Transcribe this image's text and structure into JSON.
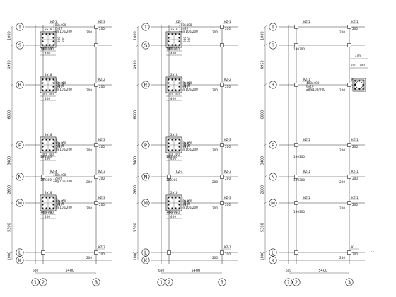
{
  "panels": [
    {
      "id": "left",
      "axis_rows": [
        "T",
        "S",
        "R",
        "P",
        "N",
        "M",
        "L",
        "K"
      ],
      "axis_cols": [
        "1",
        "2",
        "3"
      ],
      "row_dims": [
        "1000",
        "4950",
        "6000",
        "3400",
        "2600",
        "5300",
        "1000"
      ],
      "col_dims": [
        "600",
        "5400"
      ],
      "column_tags": [
        {
          "label": "KZ-1",
          "sub": [
            "400x400",
            "12⌀16",
            "⌀8@100/200"
          ]
        },
        {
          "label": "KZ-3",
          "sub": []
        },
        {
          "label": "KZ-2",
          "sub": [
            "400x400",
            "12⌀16",
            "⌀8@100/200"
          ]
        },
        {
          "label": "KZ-2",
          "sub": []
        },
        {
          "label": "KZ-3",
          "sub": [
            "400x400",
            "12⌀16",
            "⌀8@100/200"
          ]
        },
        {
          "label": "KZ-3",
          "sub": []
        },
        {
          "label": "KZ-4",
          "sub": [
            "400x400",
            "12⌀16",
            "⌀8@100/200"
          ]
        },
        {
          "label": "KZ-3",
          "sub": []
        },
        {
          "label": "KZ-5",
          "sub": [
            "400x400",
            "12⌀16",
            "⌀8@100/200"
          ]
        },
        {
          "label": "KZ-3",
          "sub": []
        },
        {
          "label": "KZ-3",
          "sub": []
        }
      ],
      "detail_dims": [
        "100",
        "300",
        "400",
        "200",
        "200"
      ]
    },
    {
      "id": "middle",
      "axis_rows": [
        "T",
        "S",
        "R",
        "P",
        "N",
        "M",
        "L",
        "K"
      ],
      "axis_cols": [
        "1",
        "2",
        "3"
      ],
      "row_dims": [
        "1000",
        "4950",
        "6000",
        "3400",
        "2600",
        "5300",
        "1000"
      ],
      "col_dims": [
        "600",
        "5400"
      ],
      "column_tags": [
        {
          "label": "KZ-1",
          "sub": [
            "400x400",
            "12⌀16",
            "⌀8@100/200"
          ]
        },
        {
          "label": "KZ-1",
          "sub": []
        },
        {
          "label": "KZ-2",
          "sub": [
            "400x400",
            "12⌀16",
            "⌀8@100/200"
          ]
        },
        {
          "label": "KZ-2",
          "sub": []
        },
        {
          "label": "KZ-3",
          "sub": [
            "400x400",
            "12⌀16",
            "⌀8@100/200"
          ]
        },
        {
          "label": "KZ-3",
          "sub": []
        },
        {
          "label": "KZ-4",
          "sub": []
        },
        {
          "label": "KZ-3",
          "sub": []
        },
        {
          "label": "KZ-5",
          "sub": [
            "400x400",
            "12⌀16",
            "⌀8@100/200"
          ]
        },
        {
          "label": "KZ-3",
          "sub": []
        },
        {
          "label": "KZ-1",
          "sub": []
        }
      ],
      "detail_dims": [
        "100",
        "300",
        "400",
        "200",
        "200"
      ]
    },
    {
      "id": "right",
      "axis_rows": [
        "T",
        "S",
        "R",
        "P",
        "N",
        "M",
        "L",
        "K"
      ],
      "axis_cols": [
        "1",
        "2",
        "3"
      ],
      "row_dims": [
        "1000",
        "4950",
        "6000",
        "3400",
        "2600",
        "5300",
        "1000"
      ],
      "col_dims": [
        "600",
        "5400"
      ],
      "column_tags": [
        {
          "label": "KZ-1",
          "sub": []
        },
        {
          "label": "KZ-1",
          "sub": []
        },
        {
          "label": "KZ-1",
          "sub": [
            "400x400",
            "8⌀16",
            "⌀8@100/200"
          ]
        },
        {
          "label": "KZ-1",
          "sub": []
        },
        {
          "label": "KZ-1",
          "sub": []
        },
        {
          "label": "KZ-1",
          "sub": []
        },
        {
          "label": "KZ-1",
          "sub": []
        },
        {
          "label": "KZ-1",
          "sub": []
        },
        {
          "label": "KZ-1",
          "sub": []
        },
        {
          "label": "KZ-1",
          "sub": []
        },
        {
          "label": "K",
          "sub": []
        }
      ],
      "detail_dims": [
        "400",
        "200",
        "200"
      ]
    }
  ],
  "legend_text": "- ·"
}
